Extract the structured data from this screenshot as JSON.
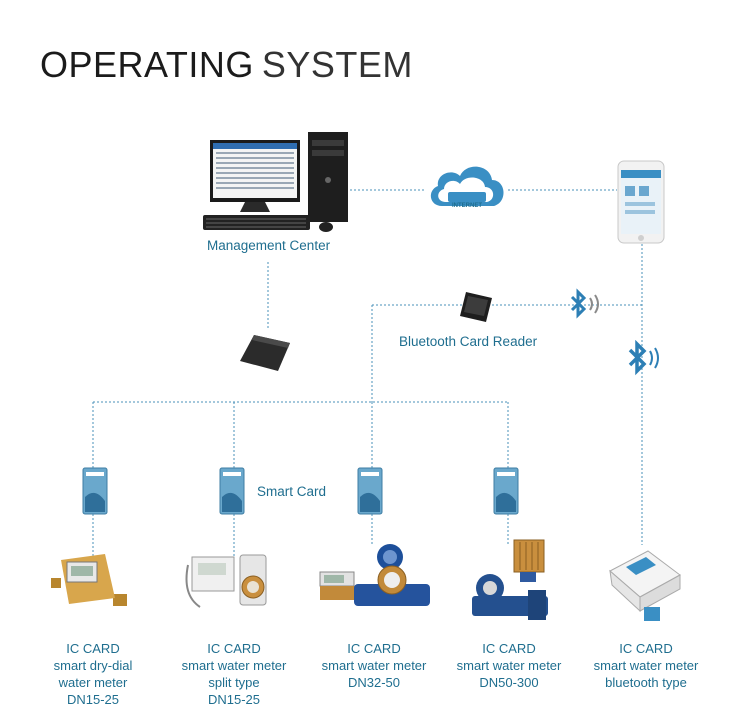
{
  "title": {
    "part1": "OPERATING",
    "part2": "SYSTEM"
  },
  "labels": {
    "management_center": "Management Center",
    "internet": "INTERNET",
    "bluetooth_reader": "Bluetooth Card Reader",
    "smart_card": "Smart Card"
  },
  "meters": [
    {
      "line1": "IC CARD",
      "line2": "smart dry-dial",
      "line3": "water meter",
      "line4": "DN15-25"
    },
    {
      "line1": "IC CARD",
      "line2": "smart water meter",
      "line3": "split type",
      "line4": "DN15-25"
    },
    {
      "line1": "IC CARD",
      "line2": "smart water meter",
      "line3": "DN32-50",
      "line4": ""
    },
    {
      "line1": "IC CARD",
      "line2": "smart water meter",
      "line3": "DN50-300",
      "line4": ""
    },
    {
      "line1": "IC CARD",
      "line2": "smart water meter",
      "line3": "bluetooth type",
      "line4": ""
    }
  ],
  "colors": {
    "line": "#4a90b8",
    "text": "#1f6e8f",
    "cloud": "#3a8fc4"
  },
  "icons": [
    "computer-icon",
    "cloud-icon",
    "phone-icon",
    "card-reader-icon",
    "bluetooth-reader-icon",
    "bluetooth-icon",
    "smart-card-icon",
    "water-meter-icon"
  ]
}
